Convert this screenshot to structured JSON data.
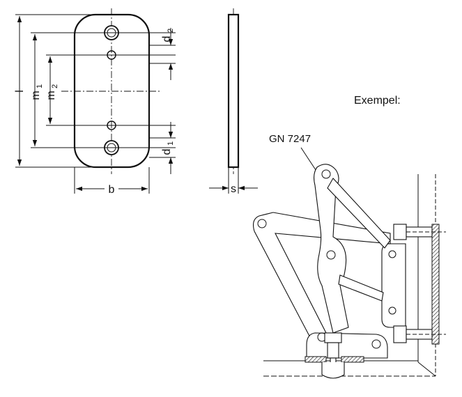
{
  "labels": {
    "l": "l",
    "m1": "m",
    "m1_sub": "1",
    "m2": "m",
    "m2_sub": "2",
    "d2": "d",
    "d2_sub": "2",
    "d1": "d",
    "d1_sub": "1",
    "b": "b",
    "s": "s"
  },
  "example": {
    "title": "Exempel:",
    "part_number": "GN 7247"
  }
}
